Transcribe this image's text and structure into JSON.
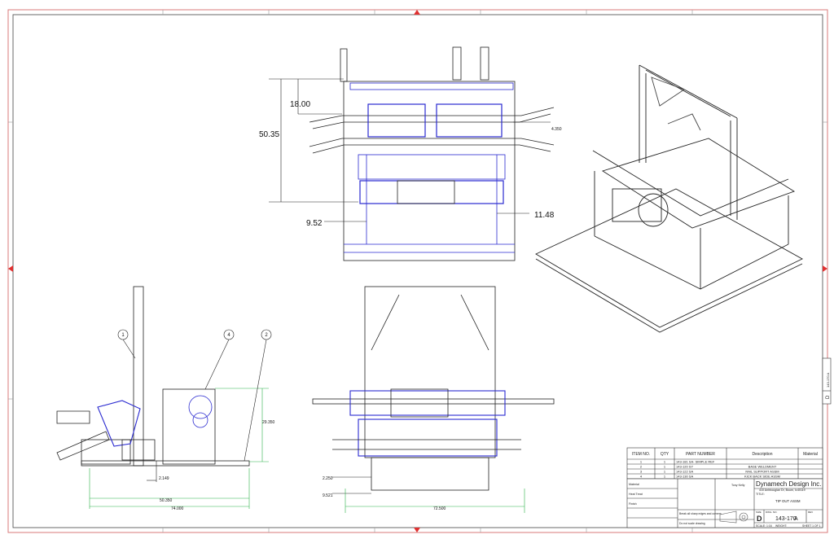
{
  "title_block": {
    "company": "Dynamech Design Inc.",
    "address": "410 Anhbougian Dr, Bourn, Ic40119",
    "drawn_by": "Tony Kelly",
    "part_title": "TIP OUT ASSM",
    "size": "D",
    "dwg_no": "143-170",
    "rev": "A",
    "scale": "SCALE: 1:16",
    "weight": "WEIGHT:",
    "sheet": "SHEET 1 OF 1",
    "labels": {
      "material": "Material",
      "heat_treat": "Heat Treat",
      "finish": "Finish",
      "break_corners": "Break all sharp edges and corners",
      "do_not_scale": "Do not scale drawing",
      "size_lbl": "SIZE",
      "dwg_lbl": "DWG. NO.",
      "rev_lbl": "REV",
      "title_lbl": "TITLE:"
    }
  },
  "bom": {
    "headers": [
      "ITEM NO.",
      "QTY",
      "PART NUMBER",
      "Description",
      "Material"
    ],
    "rows": [
      [
        "1",
        "1",
        "143-181 SA- SIMPLE REF",
        "",
        ""
      ],
      [
        "2",
        "1",
        "143-120 SY",
        "BASE WELDMENT",
        ""
      ],
      [
        "3",
        "1",
        "143-122 SA",
        "RAIL SUPPORT ASSM",
        ""
      ],
      [
        "4",
        "1",
        "143-130 SA",
        "KICK BACK SIDE ASSM",
        ""
      ]
    ]
  },
  "dimensions": {
    "top_height": "18.00",
    "top_overall": "50.35",
    "top_small": "4.350",
    "top_left_offset": "9.52",
    "top_right_offset": "11.48",
    "side_height": "29.350",
    "side_small": "2.149",
    "side_inner": "50.350",
    "side_overall": "74.000",
    "front_small_1": "2.250",
    "front_small_2": "9.521",
    "front_overall": "72.500"
  },
  "balloons": [
    "1",
    "4",
    "2"
  ],
  "rev_tab": {
    "letter": "D",
    "text": "143-170 A"
  }
}
